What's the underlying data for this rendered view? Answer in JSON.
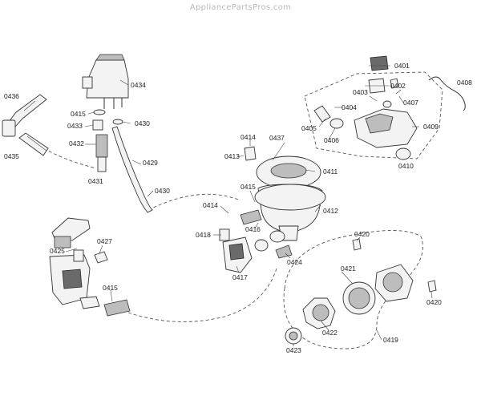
{
  "watermark": "AppliancePartsPros.com",
  "part_labels": {
    "p0401": "0401",
    "p0402": "0402",
    "p0403": "0403",
    "p0404": "0404",
    "p0405": "0405",
    "p0406": "0406",
    "p0407": "0407",
    "p0408": "0408",
    "p0409": "0409",
    "p0410": "0410",
    "p0411": "0411",
    "p0412": "0412",
    "p0413": "0413",
    "p0414a": "0414",
    "p0414b": "0414",
    "p0415a": "0415",
    "p0415b": "0415",
    "p0415c": "0415",
    "p0416": "0416",
    "p0417": "0417",
    "p0418": "0418",
    "p0419": "0419",
    "p0420a": "0420",
    "p0420b": "0420",
    "p0421": "0421",
    "p0422": "0422",
    "p0423": "0423",
    "p0424": "0424",
    "p0425": "0425",
    "p0427": "0427",
    "p0429": "0429",
    "p0430a": "0430",
    "p0430b": "0430",
    "p0431": "0431",
    "p0432": "0432",
    "p0433": "0433",
    "p0434": "0434",
    "p0435": "0435",
    "p0436": "0436",
    "p0437": "0437"
  }
}
